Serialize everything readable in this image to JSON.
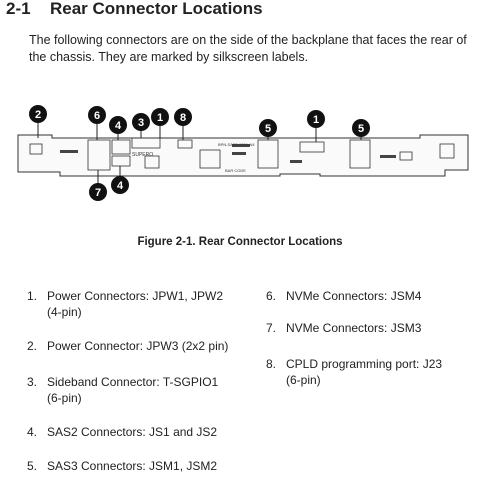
{
  "section": {
    "number": "2-1",
    "title": "Rear Connector Locations"
  },
  "intro": "The following connectors are on the side of the backplane that faces the rear of the chassis. They are marked by silkscreen labels.",
  "figure": {
    "caption": "Figure 2-1. Rear Connector Locations",
    "callouts": [
      "2",
      "6",
      "4",
      "3",
      "1",
      "8",
      "5",
      "1",
      "5",
      "7",
      "4"
    ],
    "board_labels": [
      "SUPERO",
      "BPN-SAS3-113A-N4",
      "BAR CODE"
    ]
  },
  "list_left": [
    {
      "num": "1.",
      "line1": "Power Connectors: JPW1, JPW2",
      "line2": "(4-pin)"
    },
    {
      "num": "2.",
      "line1": "Power Connector: JPW3 (2x2 pin)",
      "line2": ""
    },
    {
      "num": "3.",
      "line1": "Sideband Connector: T-SGPIO1",
      "line2": "(6-pin)"
    },
    {
      "num": "4.",
      "line1": "SAS2 Connectors: JS1 and JS2",
      "line2": ""
    },
    {
      "num": "5.",
      "line1": "SAS3 Connectors: JSM1, JSM2",
      "line2": ""
    }
  ],
  "list_right": [
    {
      "num": "6.",
      "line1": "NVMe Connectors: JSM4",
      "line2": ""
    },
    {
      "num": "7.",
      "line1": "NVMe Connectors: JSM3",
      "line2": ""
    },
    {
      "num": "8.",
      "line1": "CPLD programming port: J23",
      "line2": "(6-pin)"
    }
  ]
}
